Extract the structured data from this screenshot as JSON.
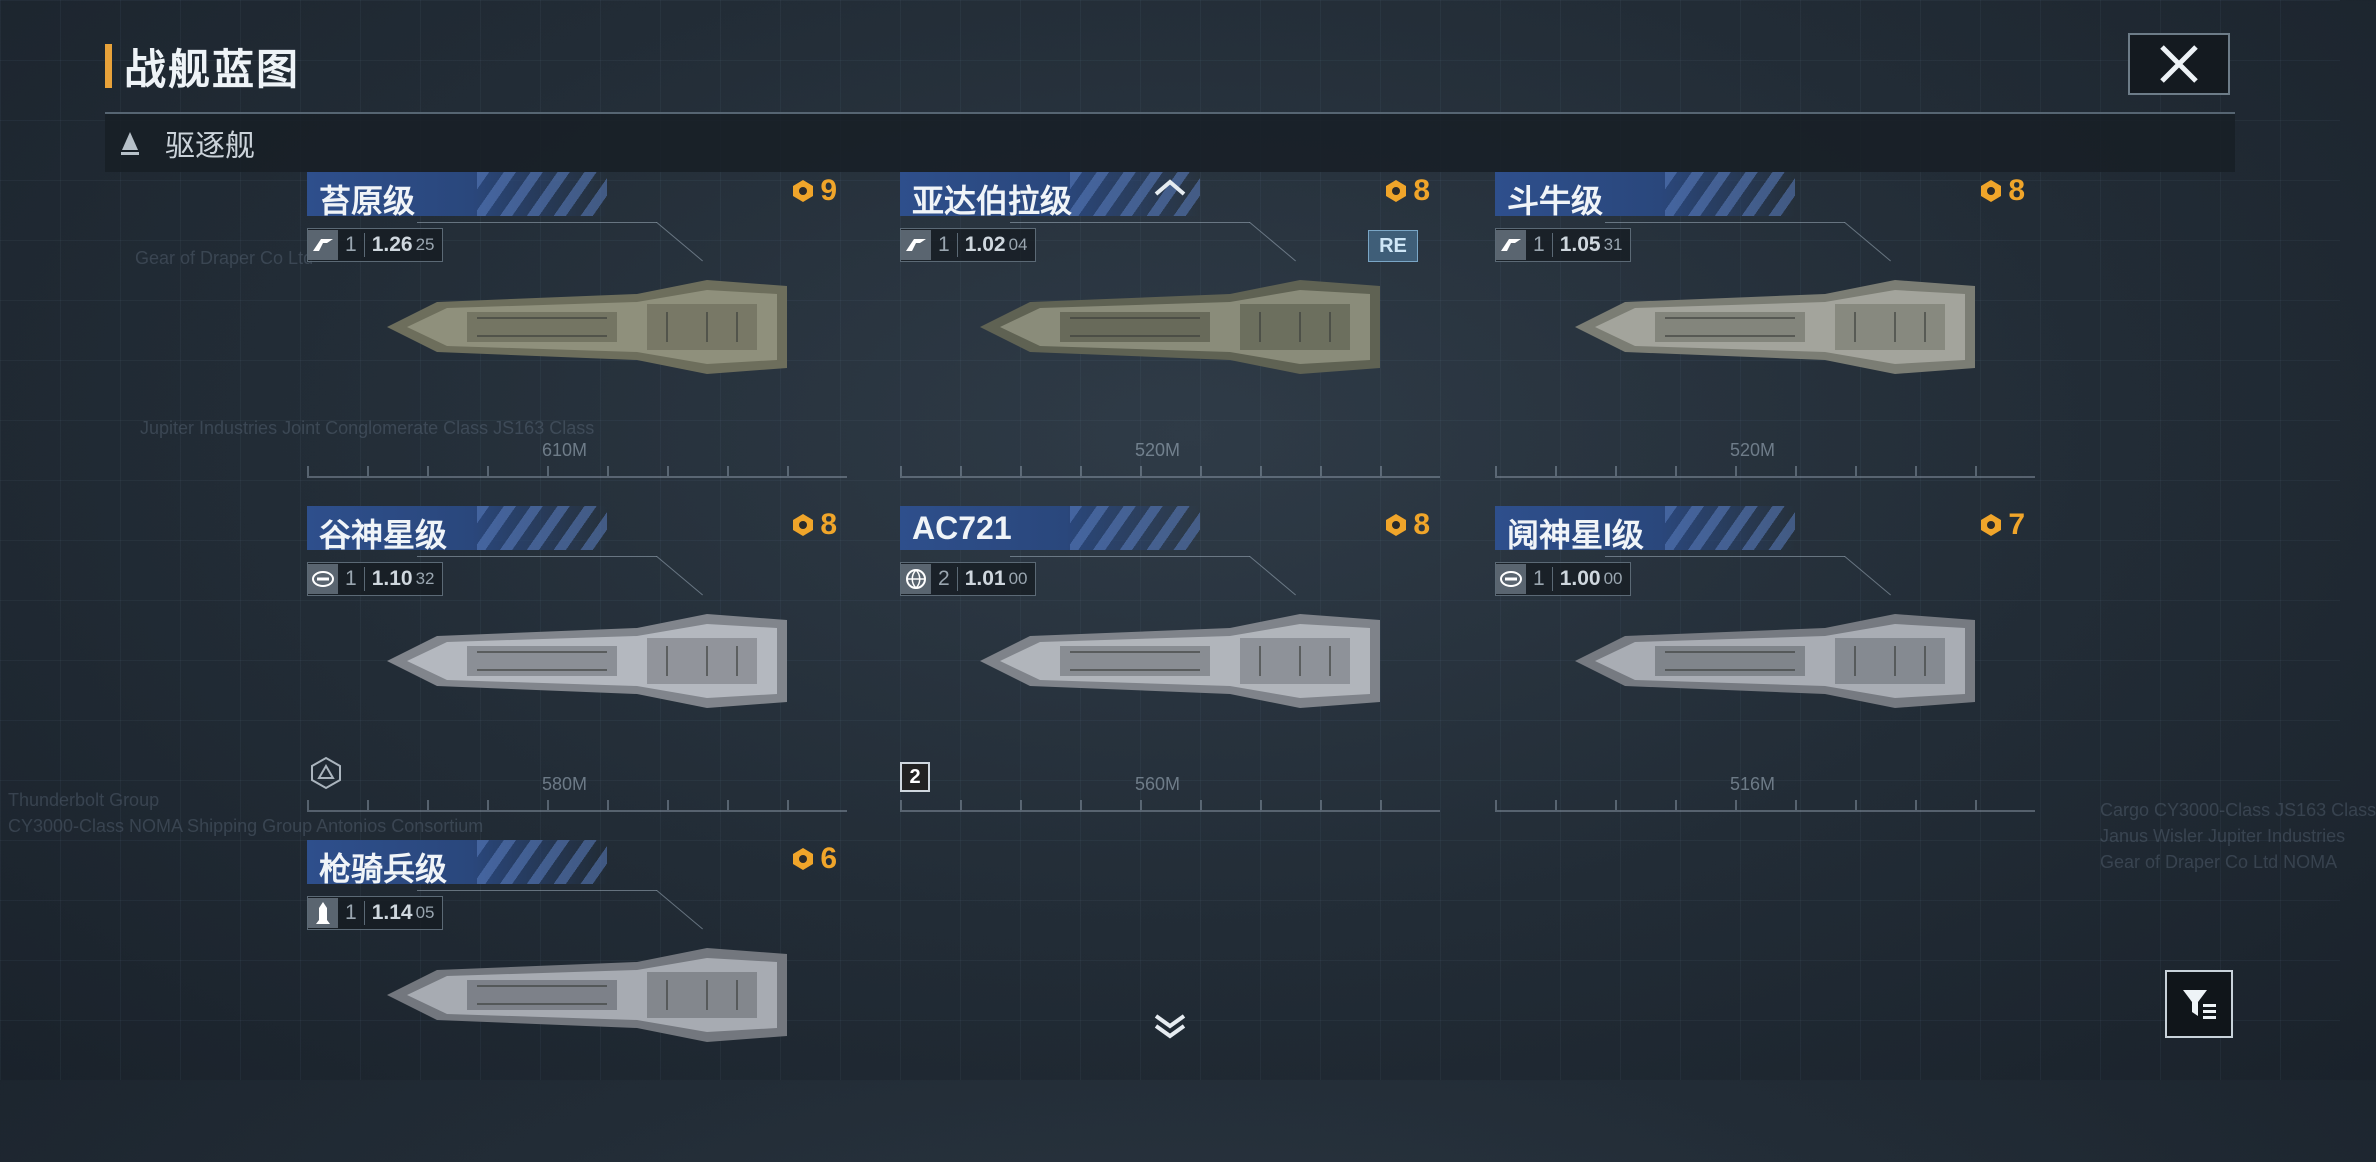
{
  "header": {
    "title": "战舰蓝图"
  },
  "category": {
    "label": "驱逐舰"
  },
  "cards": [
    {
      "name": "苔原级",
      "cost": "9",
      "tier": "1",
      "stat_main": "1.26",
      "stat_sub": "25",
      "length": "610M",
      "role_icon": "strike-icon"
    },
    {
      "name": "亚达伯拉级",
      "cost": "8",
      "tier": "1",
      "stat_main": "1.02",
      "stat_sub": "04",
      "length": "520M",
      "role_icon": "strike-icon",
      "badge": "RE"
    },
    {
      "name": "斗牛级",
      "cost": "8",
      "tier": "1",
      "stat_main": "1.05",
      "stat_sub": "31",
      "length": "520M",
      "role_icon": "strike-icon"
    },
    {
      "name": "谷神星级",
      "cost": "8",
      "tier": "1",
      "stat_main": "1.10",
      "stat_sub": "32",
      "length": "580M",
      "role_icon": "anti-air-icon"
    },
    {
      "name": "AC721",
      "cost": "8",
      "tier": "2",
      "stat_main": "1.01",
      "stat_sub": "00",
      "length": "560M",
      "role_icon": "globe-icon",
      "corner_tag": "2"
    },
    {
      "name": "阋神星I级",
      "cost": "7",
      "tier": "1",
      "stat_main": "1.00",
      "stat_sub": "00",
      "length": "516M",
      "role_icon": "anti-air-icon"
    },
    {
      "name": "枪骑兵级",
      "cost": "6",
      "tier": "1",
      "stat_main": "1.14",
      "stat_sub": "05",
      "length": "",
      "role_icon": "missile-icon"
    }
  ],
  "background_text": {
    "line1": "Thunderbolt Group",
    "line2": "CY3000-Class NOMA Shipping Group Antonios Consortium",
    "line3": "Gear of Draper Co Ltd",
    "line4": "Jupiter Industries Joint Conglomerate Class JS163 Class",
    "line5": "Cargo CY3000-Class JS163 Class",
    "line6": "Janus Wisler Jupiter Industries",
    "line7": "Gear of Draper Co Ltd NOMA"
  },
  "colors": {
    "accent": "#e8a23a",
    "cost": "#f0a52a",
    "name_bar": "#2e4f8c"
  }
}
